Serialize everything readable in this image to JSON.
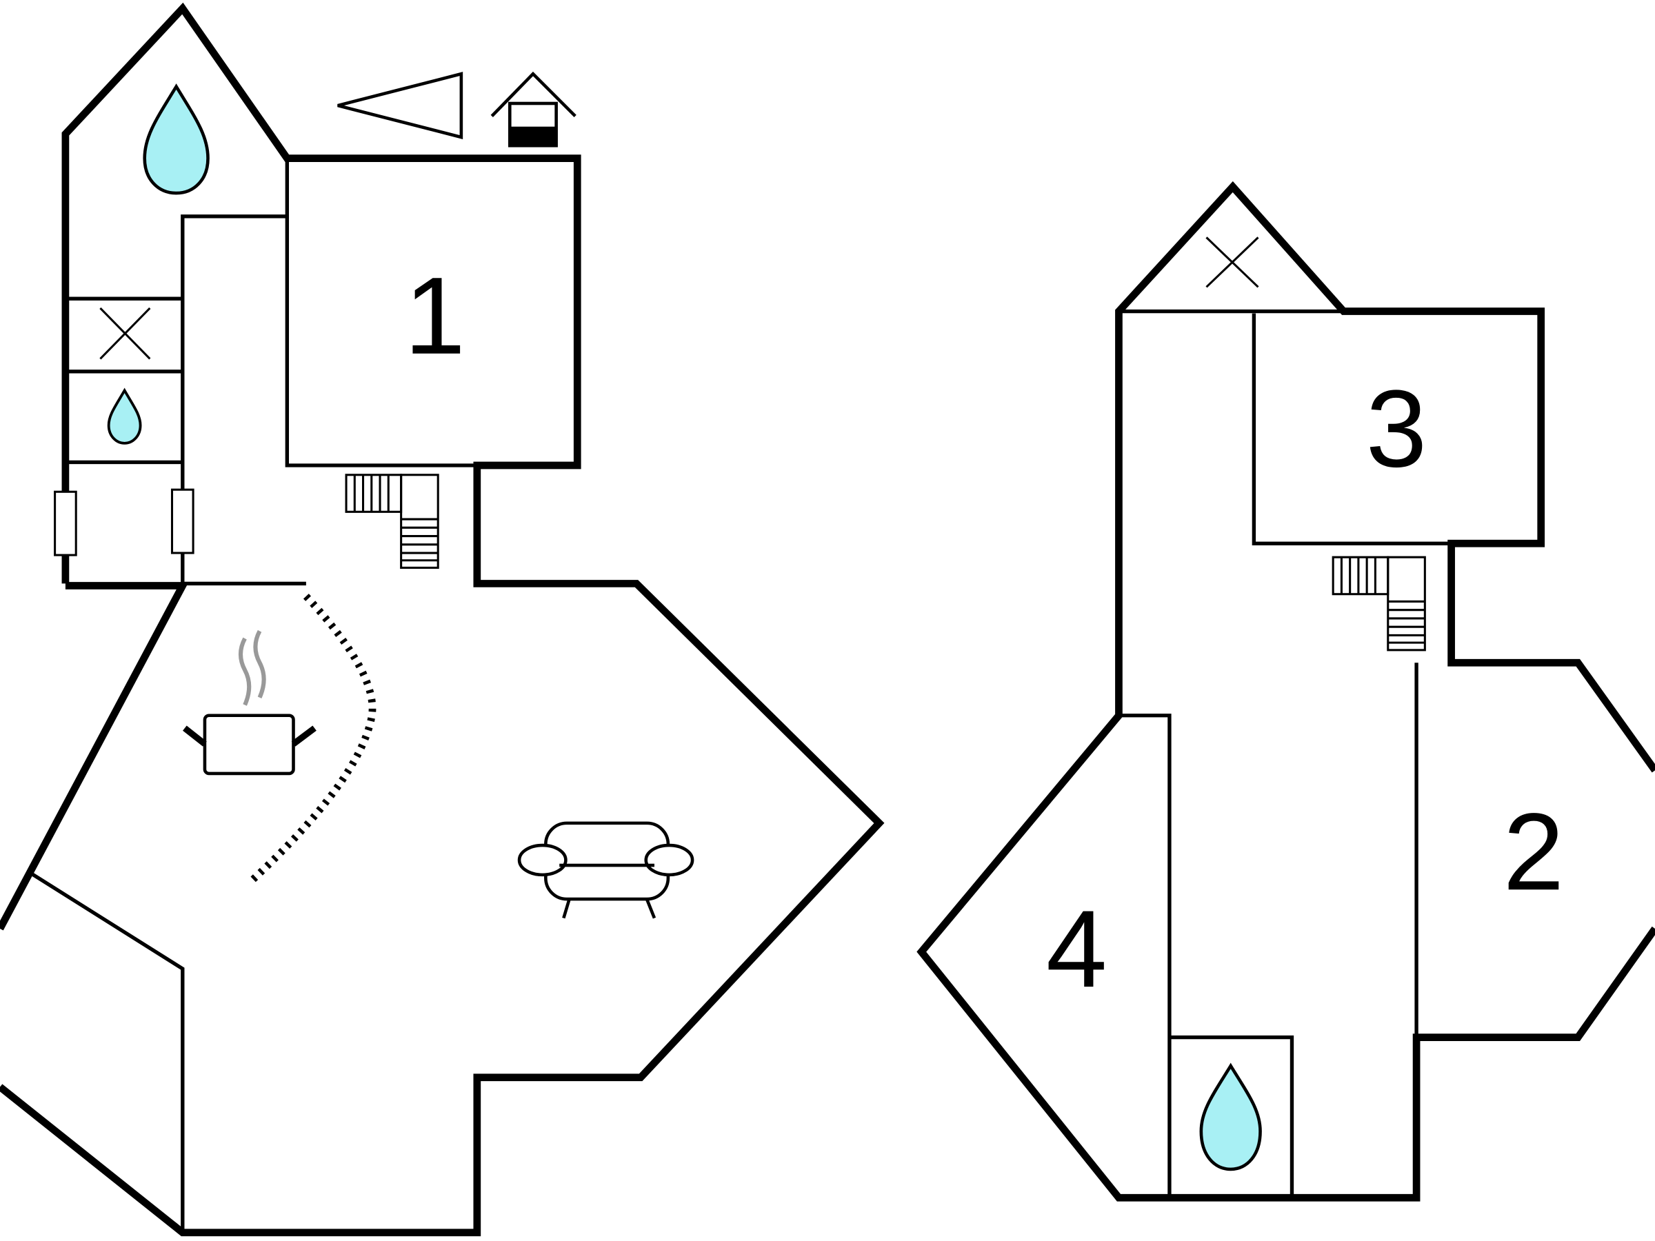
{
  "floorplan": {
    "rooms": [
      {
        "label": "1"
      },
      {
        "label": "2"
      },
      {
        "label": "3"
      },
      {
        "label": "4"
      }
    ],
    "colors": {
      "water": "#a8f0f4",
      "wall": "#000000",
      "steam": "#999999"
    }
  }
}
